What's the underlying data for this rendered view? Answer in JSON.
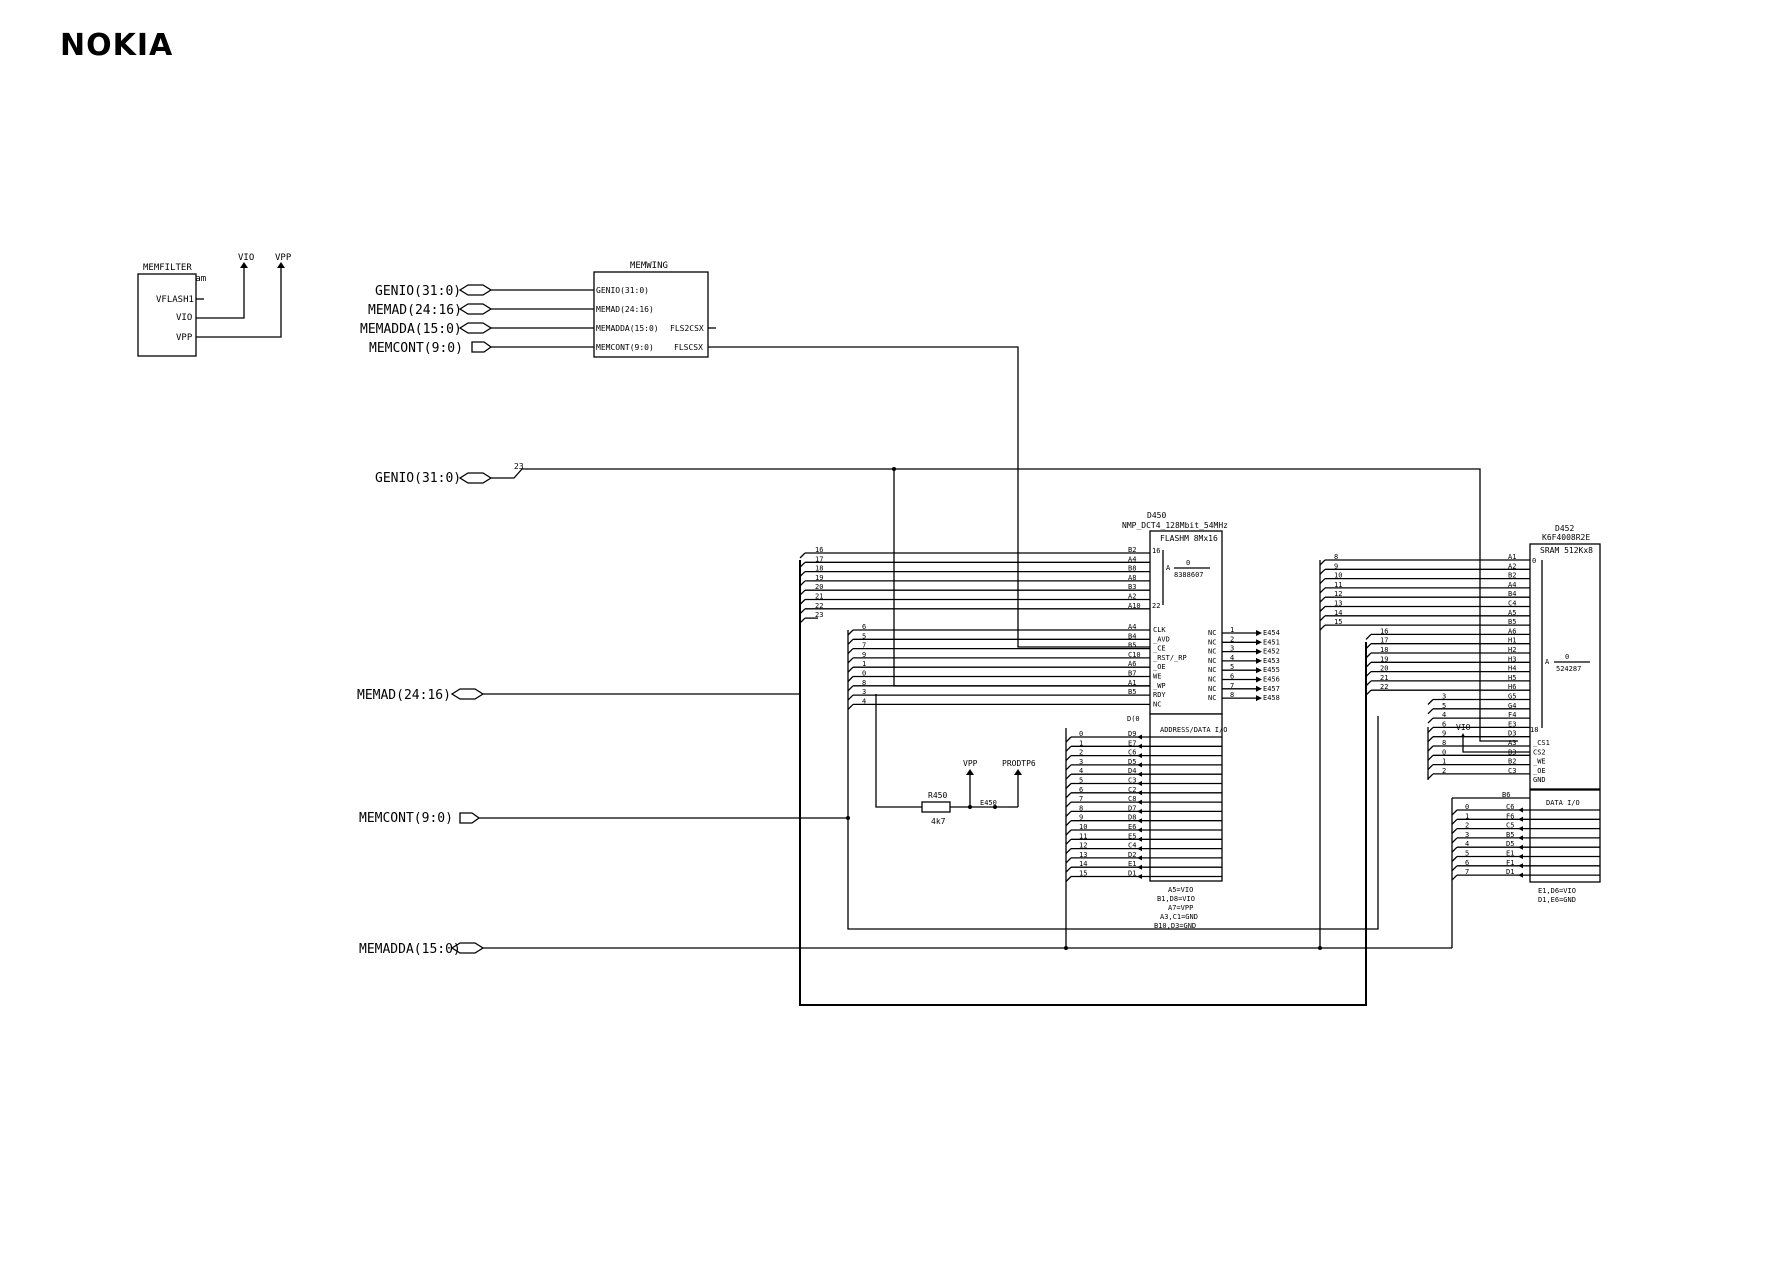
{
  "brand": "NOKIA",
  "memfilter": {
    "title": "MEMFILTER",
    "subtitle": "Flash+sram",
    "pins": [
      "VFLASH1",
      "VIO",
      "VPP"
    ],
    "rail_vio": "VIO",
    "rail_vpp": "VPP"
  },
  "memwing": {
    "title": "MEMWING",
    "subtitle": "empty",
    "left_pins": [
      "GENIO(31:0)",
      "MEMAD(24:16)",
      "MEMADDA(15:0)",
      "MEMCONT(9:0)"
    ],
    "right_pins": [
      "FLS2CSX",
      "FLSCSX"
    ]
  },
  "ports_top": [
    "GENIO(31:0)",
    "MEMAD(24:16)",
    "MEMADDA(15:0)",
    "MEMCONT(9:0)"
  ],
  "ports_main": {
    "genio": "GENIO(31:0)",
    "genio_tap": "23",
    "memad": "MEMAD(24:16)",
    "memcont": "MEMCONT(9:0)",
    "memadda": "MEMADDA(15:0)"
  },
  "d450": {
    "ref": "D450",
    "part": "NMP_DCT4_128Mbit_54MHz",
    "block": "FLASHM 8Mx16",
    "range_lo": "16",
    "range_hi": "22",
    "dep_a": "A",
    "dep_b": "0",
    "dep_c": "8388607",
    "addr_nets": [
      "16",
      "17",
      "18",
      "19",
      "20",
      "21",
      "22",
      "23"
    ],
    "addr_pins": [
      "B2",
      "A4",
      "B8",
      "A8",
      "B3",
      "A2",
      "A10",
      ""
    ],
    "ctrl_nets": [
      "6",
      "5",
      "7",
      "9",
      "1",
      "0",
      "8",
      "3",
      "4"
    ],
    "ctrl_pins": [
      "A4",
      "B4",
      "B5",
      "C10",
      "A6",
      "B7",
      "A1",
      "B5",
      ""
    ],
    "ctrl_names": [
      "CLK",
      "_AVD",
      "_CE",
      "_RST/_RP",
      "_OE",
      "WE",
      "_WP",
      "RDY",
      "NC"
    ],
    "nc_label": "NC",
    "nc_pins": [
      "1",
      "2",
      "3",
      "4",
      "5",
      "6",
      "7",
      "8"
    ],
    "nc_tps": [
      "E454",
      "E451",
      "E452",
      "E453",
      "E455",
      "E456",
      "E457",
      "E458"
    ],
    "dq_label": "D(0",
    "dq_title": "ADDRESS/DATA I/O",
    "dq_nets": [
      "0",
      "1",
      "2",
      "3",
      "4",
      "5",
      "6",
      "7",
      "8",
      "9",
      "10",
      "11",
      "12",
      "13",
      "14",
      "15"
    ],
    "dq_pins": [
      "D9",
      "E7",
      "C6",
      "D5",
      "D4",
      "C3",
      "C2",
      "C8",
      "D7",
      "D8",
      "E6",
      "E5",
      "C4",
      "D2",
      "E1",
      "D1"
    ],
    "notes": [
      "A5=VIO",
      "B1,D8=VIO",
      "A7=VPP",
      "A3,C1=GND",
      "B10,D3=GND"
    ]
  },
  "d452": {
    "ref": "D452",
    "part": "K6F4008R2E",
    "block": "SRAM 512Kx8",
    "dep_a": "A",
    "dep_b": "0",
    "dep_c": "524287",
    "range_lo": "0",
    "range_hi": "18",
    "addr_nets": [
      "8",
      "9",
      "10",
      "11",
      "12",
      "13",
      "14",
      "15",
      "16",
      "17",
      "18",
      "19",
      "20",
      "21",
      "22",
      "3",
      "5",
      "4",
      "6",
      "9",
      "8",
      "0",
      "1",
      "2"
    ],
    "addr_pins": [
      "A1",
      "A2",
      "B2",
      "A4",
      "B4",
      "C4",
      "A5",
      "B5",
      "A6",
      "H1",
      "H2",
      "H3",
      "H4",
      "H5",
      "H6",
      "G5",
      "G4",
      "F4",
      "E3",
      "D3",
      "A3",
      "B3",
      "B2",
      "C3"
    ],
    "ctrl_names": [
      "_CS1",
      "CS2",
      "_WE",
      "_OE",
      "GND"
    ],
    "vio_label": "VIO",
    "dq_title": "DATA I/O",
    "dq_first_pin": "B6",
    "dq_nets": [
      "0",
      "1",
      "2",
      "3",
      "4",
      "5",
      "6",
      "7"
    ],
    "dq_pins": [
      "C6",
      "F6",
      "C5",
      "B5",
      "D5",
      "E1",
      "F1",
      "D1"
    ],
    "notes": [
      "E1,D6=VIO",
      "D1,E6=GND"
    ]
  },
  "r450": {
    "ref": "R450",
    "value": "4k7"
  },
  "e450": {
    "ref": "E450"
  },
  "rail_vpp": "VPP",
  "rail_prodtp": "PRODTP6"
}
